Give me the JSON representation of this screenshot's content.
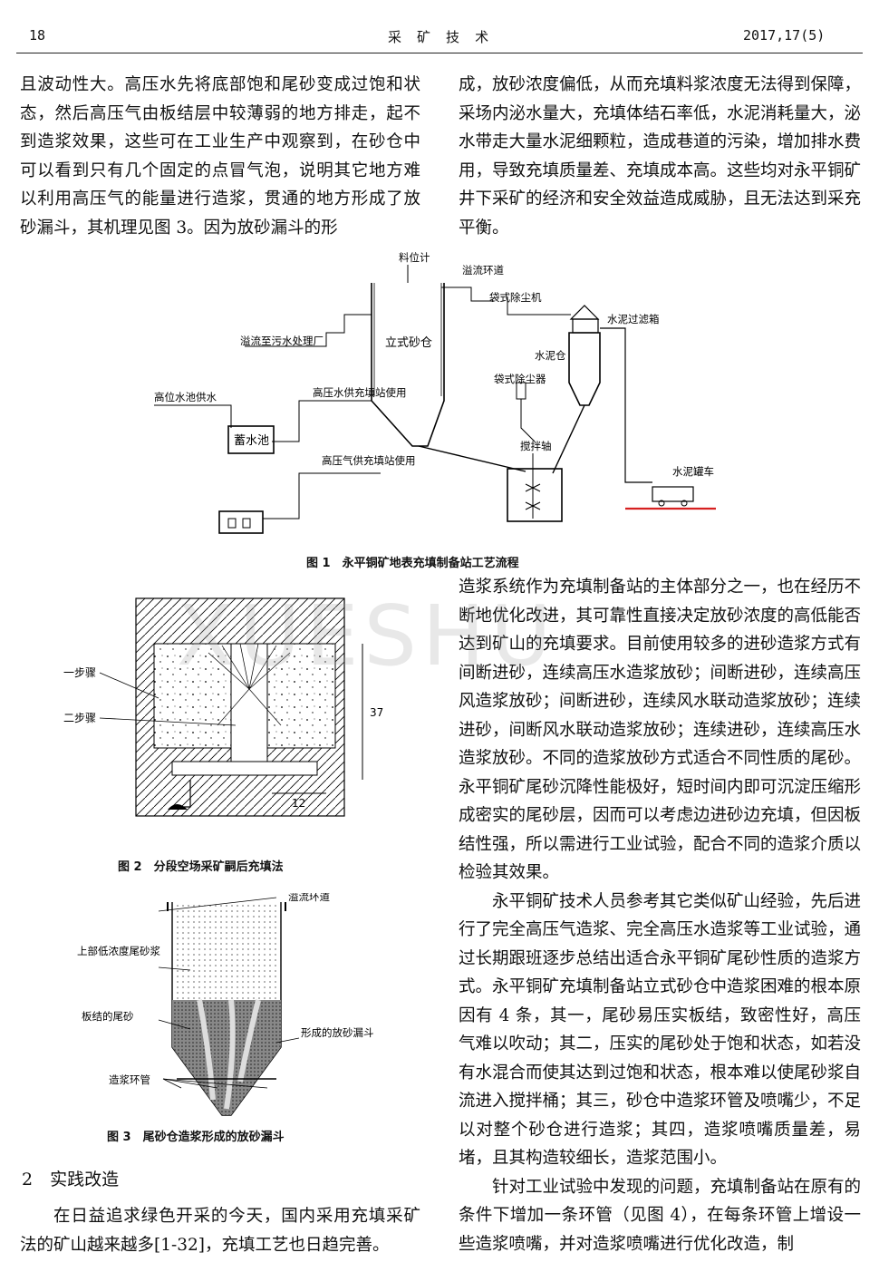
{
  "header": {
    "page_number": "18",
    "journal": "采 矿 技 术",
    "issue": "2017,17(5)"
  },
  "top_left_text": "且波动性大。高压水先将底部饱和尾砂变成过饱和状态，然后高压气由板结层中较薄弱的地方排走，起不到造浆效果，这些可在工业生产中观察到，在砂仓中可以看到只有几个固定的点冒气泡，说明其它地方难以利用高压气的能量进行造浆，贯通的地方形成了放砂漏斗，其机理见图 3。因为放砂漏斗的形",
  "top_right_text": "成，放砂浓度偏低，从而充填料浆浓度无法得到保障，采场内泌水量大，充填体结石率低，水泥消耗量大，泌水带走大量水泥细颗粒，造成巷道的污染，增加排水费用，导致充填质量差、充填成本高。这些均对永平铜矿井下采矿的经济和安全效益造成威胁，且无法达到采充平衡。",
  "figure1": {
    "caption": "图 1　永平铜矿地表充填制备站工艺流程",
    "labels": {
      "level_meter": "料位计",
      "overflow_ring": "溢流环道",
      "sand_silo": "立式砂仓",
      "overflow_to": "溢流至污水处理厂",
      "high_pool": "高位水池供水",
      "hp_water": "高压水供充填站使用",
      "reservoir": "蓄水池",
      "hp_air": "高压气供充填站使用",
      "bag_collector_top": "袋式除尘机",
      "cement_filter": "水泥过滤箱",
      "cement_silo": "水泥仓",
      "bag_collector": "袋式除尘器",
      "stirring_shaft": "搅拌轴",
      "cement_truck": "水泥罐车"
    }
  },
  "figure2": {
    "caption": "图 2　分段空场采矿嗣后充填法",
    "labels": {
      "step1": "一步骤",
      "step2": "二步骤",
      "dim_height": "37",
      "dim_width": "12"
    }
  },
  "figure3": {
    "caption": "图 3　尾砂仓造浆形成的放砂漏斗",
    "labels": {
      "overflow_ring": "溢流环道",
      "upper_slurry": "上部低浓度尾砂浆",
      "hardened": "板结的尾砂",
      "funnel": "形成的放砂漏斗",
      "ring_pipe": "造浆环管"
    }
  },
  "section2": {
    "title": "2　实践改造"
  },
  "left_bottom_text": "在日益追求绿色开采的今天，国内采用充填采矿法的矿山越来越多[1-32]，充填工艺也日趋完善。",
  "right_col": {
    "p1": "造浆系统作为充填制备站的主体部分之一，也在经历不断地优化改进，其可靠性直接决定放砂浓度的高低能否达到矿山的充填要求。目前使用较多的进砂造浆方式有间断进砂，连续高压水造浆放砂；间断进砂，连续高压风造浆放砂；间断进砂，连续风水联动造浆放砂；连续进砂，间断风水联动造浆放砂；连续进砂，连续高压水造浆放砂。不同的造浆放砂方式适合不同性质的尾砂。永平铜矿尾砂沉降性能极好，短时间内即可沉淀压缩形成密实的尾砂层，因而可以考虑边进砂边充填，但因板结性强，所以需进行工业试验，配合不同的造浆介质以检验其效果。",
    "p2": "永平铜矿技术人员参考其它类似矿山经验，先后进行了完全高压气造浆、完全高压水造浆等工业试验，通过长期跟班逐步总结出适合永平铜矿尾砂性质的造浆方式。永平铜矿充填制备站立式砂仓中造浆困难的根本原因有 4 条，其一，尾砂易压实板结，致密性好，高压气难以吹动；其二，压实的尾砂处于饱和状态，如若没有水混合而使其达到过饱和状态，根本难以使尾砂浆自流进入搅拌桶；其三，砂仓中造浆环管及喷嘴少，不足以对整个砂仓进行造浆；其四，造浆喷嘴质量差，易堵，且其构造较细长，造浆范围小。",
    "p3": "针对工业试验中发现的问题，充填制备站在原有的条件下增加一条环管（见图 4），在每条环管上增设一些造浆喷嘴，并对造浆喷嘴进行优化改造，制"
  },
  "watermark": "XUESHU"
}
